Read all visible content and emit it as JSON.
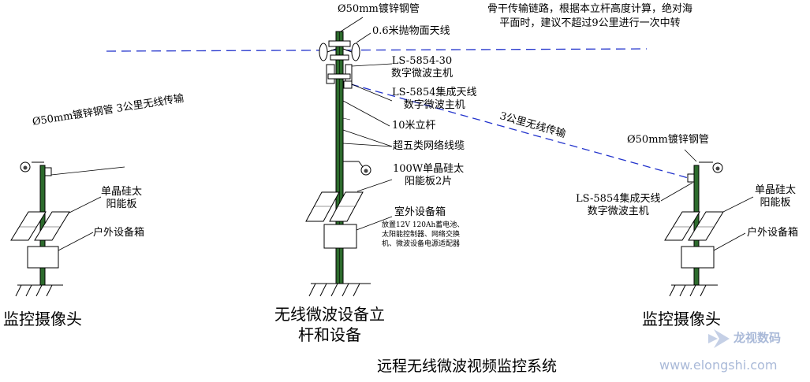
{
  "labels": {
    "center_pipe": "Ø50mm镀锌钢管",
    "parabolic_antenna": "0.6米抛物面天线",
    "backbone_note_line1": "骨干传输链路，根据本立杆高度计算，绝对海",
    "backbone_note_line2": "平面时，建议不超过9公里进行一次中转",
    "main_unit_model": "LS-5854-30",
    "main_unit_desc": "数字微波主机",
    "integrated_model": "LS-5854集成天线",
    "integrated_desc": "数字微波主机",
    "pole_10m": "10米立杆",
    "cable_cat5e": "超五类网络线缆",
    "solar_100w_line1": "100W单晶硅太",
    "solar_100w_line2": "阳能板2片",
    "outdoor_box_center": "室外设备箱",
    "box_contents_line1": "放置12V 120Ah蓄电池、",
    "box_contents_line2": "太阳能控制器、网络交换",
    "box_contents_line3": "机、微波设备电源适配器",
    "left_pipe_3km": "Ø50mm镀锌钢管 3公里无线传输",
    "left_solar_line1": "单晶硅太",
    "left_solar_line2": "阳能板",
    "left_box": "户外设备箱",
    "left_caption": "监控摄像头",
    "center_caption_line1": "无线微波设备立",
    "center_caption_line2": "杆和设备",
    "right_link_3km": "3公里无线传输",
    "right_pipe": "Ø50mm镀锌钢管",
    "right_integrated_model": "LS-5854集成天线",
    "right_integrated_desc": "数字微波主机",
    "right_solar_line1": "单晶硅太",
    "right_solar_line2": "阳能板",
    "right_box": "户外设备箱",
    "right_caption": "监控摄像头",
    "system_title": "远程无线微波视频监控系统"
  },
  "watermark": {
    "brand": "龙视数码",
    "url": "www.elongshi.com"
  },
  "colors": {
    "link_dash": "#2233cc",
    "pole_green": "#2d6b2d",
    "watermark": "#a9b9d8"
  }
}
